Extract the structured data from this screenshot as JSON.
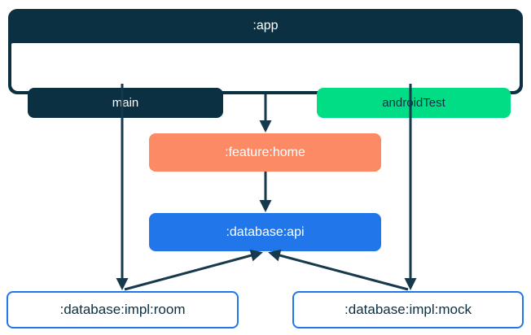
{
  "diagram": {
    "app_container": {
      "label": ":app",
      "source_sets": [
        {
          "id": "main",
          "label": "main",
          "fill": "#0B3042",
          "text_color": "#FFFFFF"
        },
        {
          "id": "androidTest",
          "label": "androidTest",
          "fill": "#00DD85",
          "text_color": "#0B3042"
        }
      ]
    },
    "modules": [
      {
        "id": "feature-home",
        "label": ":feature:home",
        "fill": "#FB8A65",
        "text_color": "#FFFFFF"
      },
      {
        "id": "database-api",
        "label": ":database:api",
        "fill": "#2176E9",
        "text_color": "#FFFFFF"
      },
      {
        "id": "database-impl-room",
        "label": ":database:impl:room",
        "fill": "#FFFFFF",
        "border_color": "#2176E9",
        "text_color": "#0B3042"
      },
      {
        "id": "database-impl-mock",
        "label": ":database:impl:mock",
        "fill": "#FFFFFF",
        "border_color": "#2176E9",
        "text_color": "#0B3042"
      }
    ],
    "edges": [
      {
        "from": "main",
        "to": ":database:impl:room"
      },
      {
        "from": ":app",
        "to": ":feature:home"
      },
      {
        "from": "androidTest",
        "to": ":database:impl:mock"
      },
      {
        "from": ":feature:home",
        "to": ":database:api"
      },
      {
        "from": ":database:impl:room",
        "to": ":database:api"
      },
      {
        "from": ":database:impl:mock",
        "to": ":database:api"
      }
    ],
    "colors": {
      "arrow": "#16394C",
      "navy": "#0B3042",
      "green": "#00DD85",
      "orange": "#FB8A65",
      "blue": "#2176E9",
      "background": "#FFFFFF"
    }
  }
}
